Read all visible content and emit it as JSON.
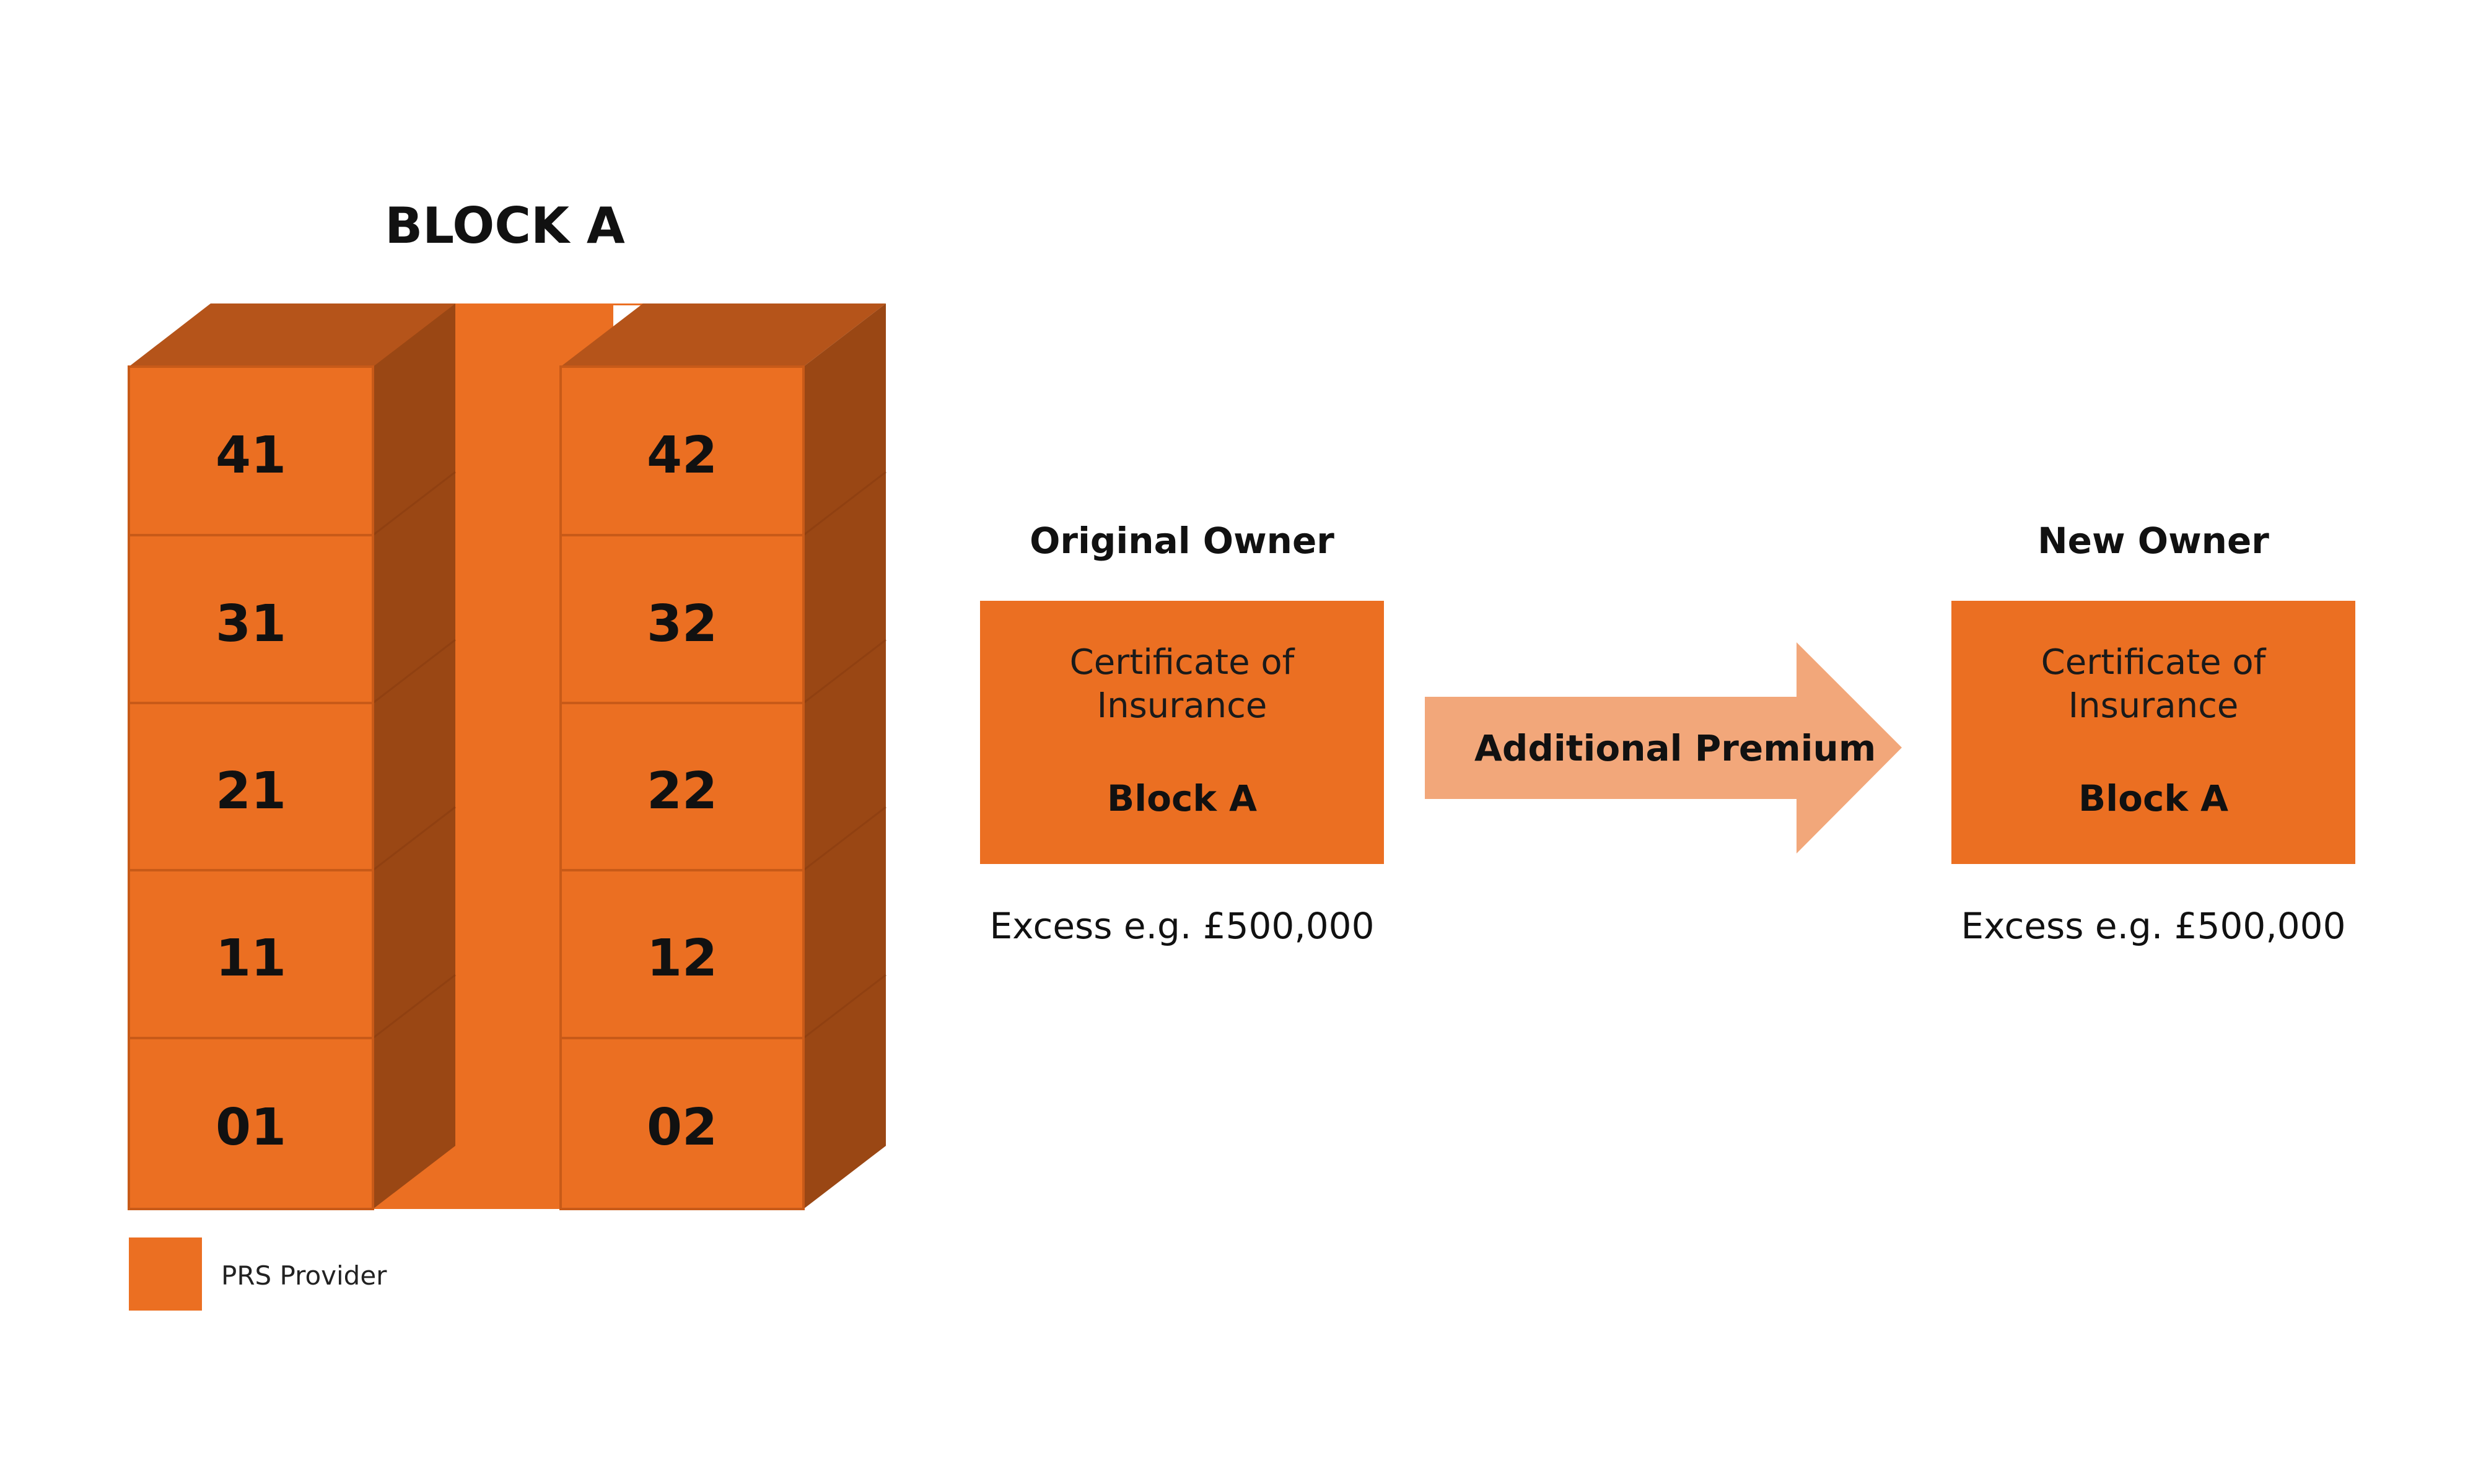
{
  "diagram": {
    "block_title": "BLOCK A",
    "units": {
      "left_column": [
        "41",
        "31",
        "21",
        "11",
        "01"
      ],
      "right_column": [
        "42",
        "32",
        "22",
        "12",
        "02"
      ]
    },
    "legend": {
      "label": "PRS Provider",
      "color": "#eb6f22"
    },
    "original_owner": {
      "heading": "Original Owner",
      "certificate_line1": "Certificate of",
      "certificate_line2": "Insurance",
      "block": "Block A",
      "excess": "Excess e.g. £500,000"
    },
    "arrow": {
      "label": "Additional Premium",
      "color": "#f2a77a"
    },
    "new_owner": {
      "heading": "New Owner",
      "certificate_line1": "Certificate of",
      "certificate_line2": "Insurance",
      "block": "Block A",
      "excess": "Excess e.g. £500,000"
    },
    "colors": {
      "unit_front": "#eb6f22",
      "unit_side": "#9a4714",
      "unit_top": "#b5541a",
      "unit_border": "#c85a18"
    }
  }
}
